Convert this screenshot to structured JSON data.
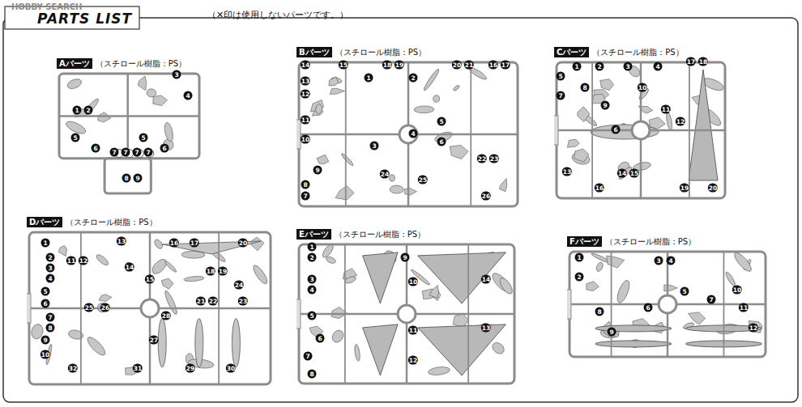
{
  "diagram": {
    "title": "PARTS LIST",
    "nodes": [
      {
        "text": [
          "Aパーツ",
          "（スチロール樹脂：PS）"
        ]
      },
      {
        "text": [
          "Bパーツ",
          "（スチロール樹脂：PS）"
        ]
      },
      {
        "text": [
          "Cパーツ",
          "（スチロール樹脂：PS）"
        ]
      },
      {
        "text": [
          "Dパーツ",
          "（スチロール樹脂：PS）"
        ]
      },
      {
        "text": [
          "Eパーツ",
          "（スチロール樹脂：PS）"
        ]
      },
      {
        "text": [
          "Fパーツ",
          "（スチロール樹脂：PS）"
        ]
      }
    ],
    "labels": [
      "HOBBY SEARCH",
      "（✕印は使用しないパーツです。）",
      "3",
      "4",
      "1",
      "2",
      "5",
      "6",
      "5",
      "6",
      "7",
      "7",
      "7",
      "7",
      "8",
      "9",
      "14",
      "15",
      "18",
      "19",
      "20",
      "21",
      "16",
      "17",
      "13",
      "12",
      "11",
      "10",
      "9",
      "8",
      "7",
      "1",
      "2",
      "3",
      "4",
      "5",
      "6",
      "22",
      "23",
      "24",
      "25",
      "26",
      "17",
      "18",
      "1",
      "2",
      "3",
      "4",
      "5",
      "6",
      "7",
      "8",
      "9",
      "10",
      "11",
      "12",
      "13",
      "14",
      "15",
      "16",
      "19",
      "20",
      "1",
      "2",
      "3",
      "4",
      "5",
      "6",
      "7",
      "8",
      "9",
      "10",
      "11",
      "12",
      "13",
      "14",
      "15",
      "16",
      "17",
      "18",
      "19",
      "20",
      "21",
      "22",
      "23",
      "24",
      "25",
      "26",
      "27",
      "28",
      "29",
      "30",
      "31",
      "32",
      "1",
      "2",
      "3",
      "4",
      "5",
      "6",
      "7",
      "8",
      "9",
      "10",
      "11",
      "12",
      "13",
      "14",
      "1",
      "2",
      "3",
      "4",
      "5",
      "6",
      "7",
      "8",
      "9",
      "10",
      "11",
      "12"
    ]
  }
}
